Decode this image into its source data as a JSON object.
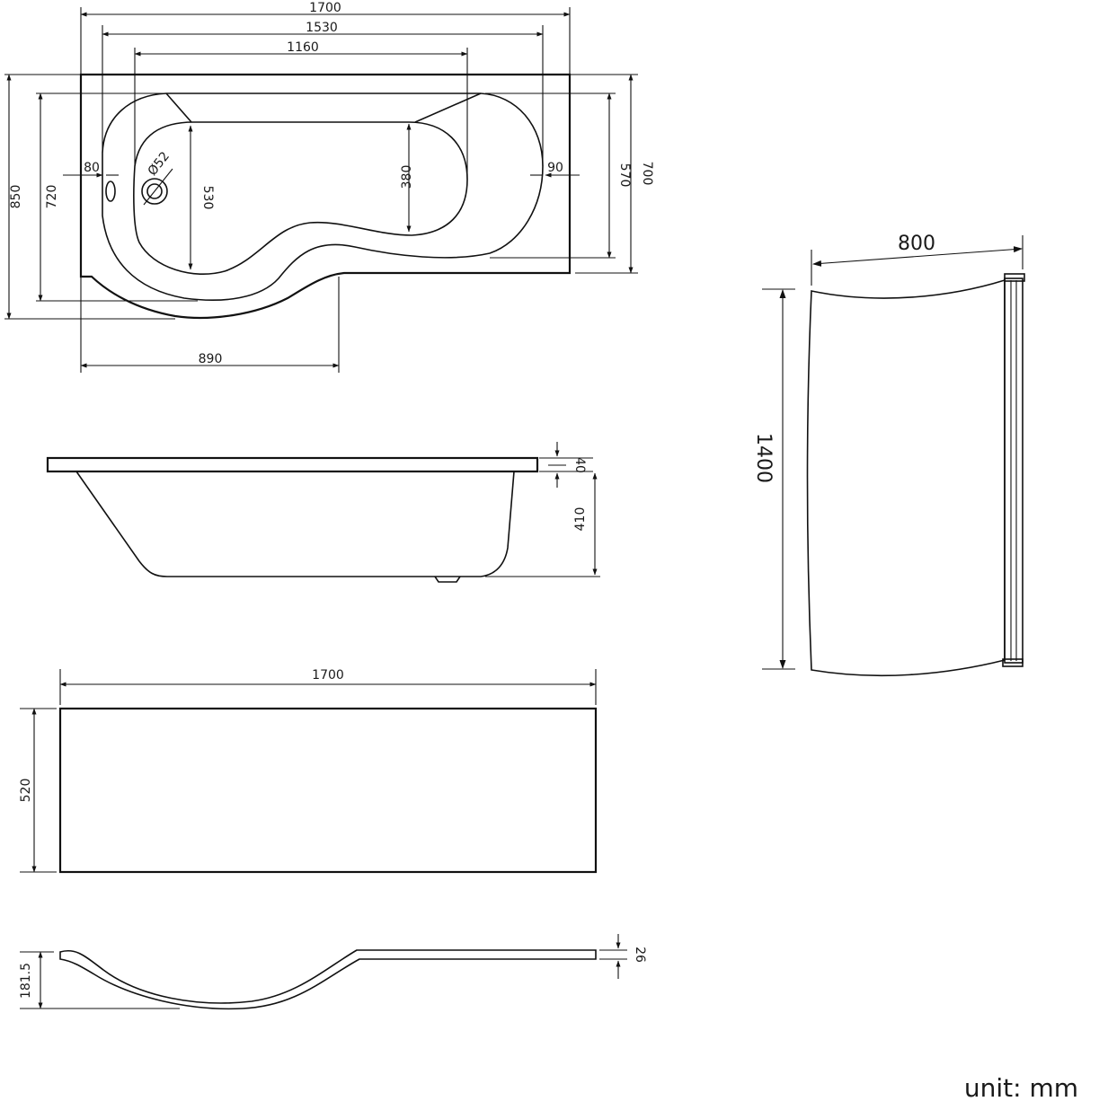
{
  "top_view": {
    "dims": {
      "overall_length": "1700",
      "inner_length": "1530",
      "bath_length": "1160",
      "overall_depth": "850",
      "left_depth": "720",
      "right_depth": "700",
      "right_inner_depth": "570",
      "waste_height": "530",
      "bath_width": "380",
      "left_offset": "80",
      "right_offset": "90",
      "waste_diameter": "Ø52",
      "straight_length": "890"
    }
  },
  "side_view": {
    "dims": {
      "rim_thickness": "40",
      "depth": "410"
    }
  },
  "front_panel": {
    "dims": {
      "length": "1700",
      "height": "520"
    }
  },
  "panel_profile": {
    "dims": {
      "curve_depth": "181.5",
      "thickness": "26"
    }
  },
  "screen": {
    "dims": {
      "width": "800",
      "height": "1400"
    }
  },
  "unit_label": "unit: mm"
}
